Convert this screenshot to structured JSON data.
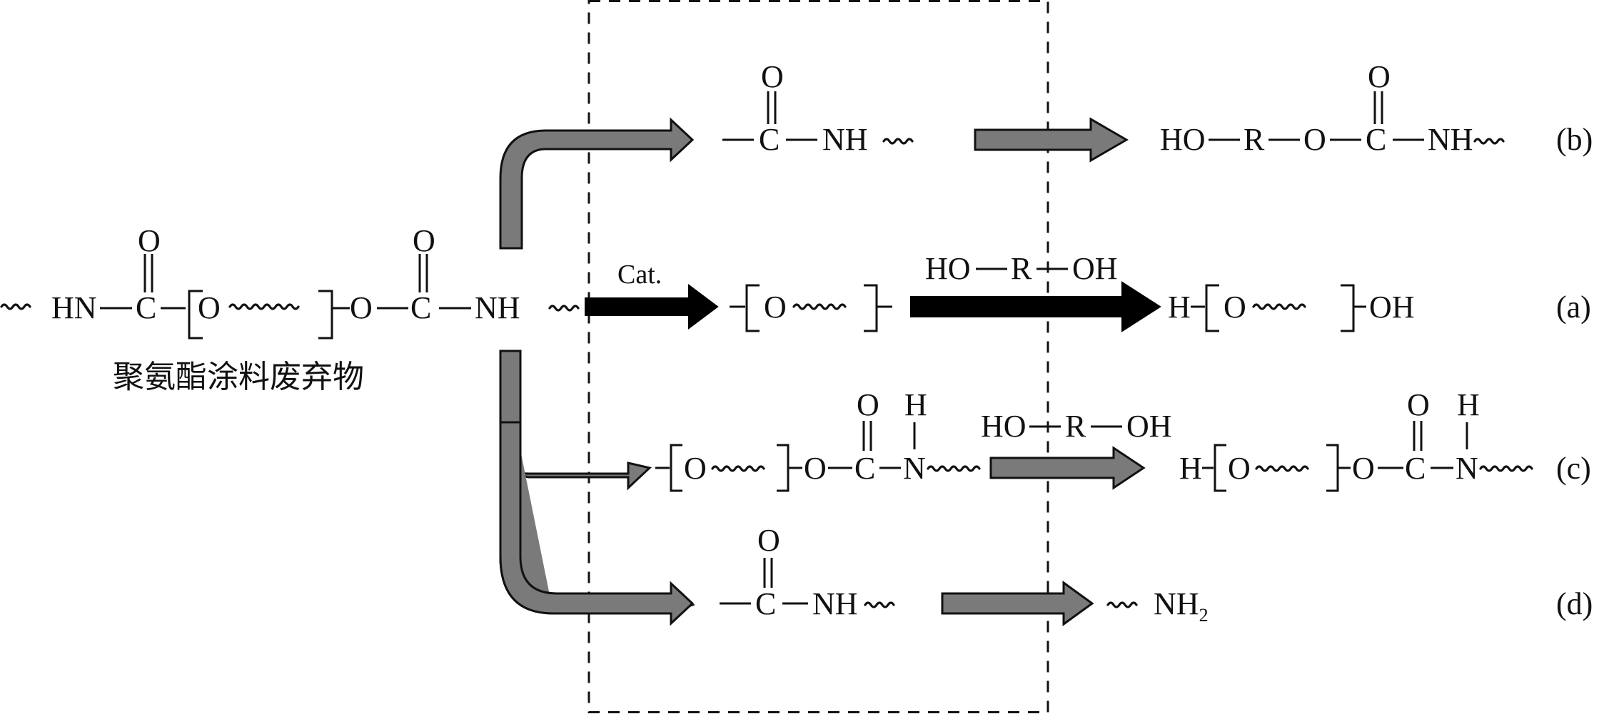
{
  "labels": {
    "cat": "Cat.",
    "waste": "聚氨酯涂料废弃物",
    "b": "(b)",
    "a": "(a)",
    "c": "(c)",
    "d": "(d)"
  },
  "atoms": {
    "O": "O",
    "C": "C",
    "N": "N",
    "H": "H",
    "R": "R",
    "HN": "HN",
    "NH": "NH",
    "HO": "HO",
    "OH": "OH",
    "NH2_main": "NH",
    "NH2_sub": "2"
  },
  "colors": {
    "gray_arrow": "#7a7a7a",
    "black_arrow": "#000000"
  }
}
